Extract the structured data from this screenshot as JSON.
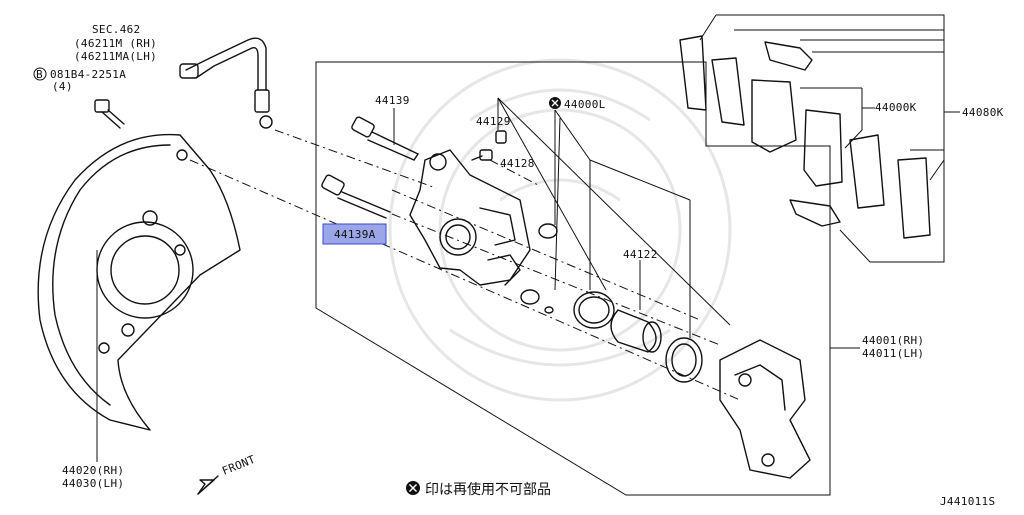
{
  "labels": {
    "sec462": "SEC.462",
    "sec462_rh": "(46211M (RH)",
    "sec462_lh": "(46211MA(LH)",
    "bolt_code": "081B4-2251A",
    "bolt_circled": "B",
    "bolt_qty": "(4)",
    "p44139": "44139",
    "p44129": "44129",
    "p44128": "44128",
    "p44139a": "44139A",
    "p44000l": "44000L",
    "p44122": "44122",
    "p44000k": "44000K",
    "p44080k": "44080K",
    "p44001": "44001(RH)",
    "p44011": "44011(LH)",
    "p44020": "44020(RH)",
    "p44030": "44030(LH)",
    "front": "FRONT",
    "note": "印は再使用不可部品",
    "diagram_code": "J441011S"
  },
  "colors": {
    "line": "#111111",
    "highlight": "#9aa6e8",
    "highlight_border": "#3b4ad0",
    "watermark": "#e6e6e6"
  },
  "highlighted_part": "44139A"
}
